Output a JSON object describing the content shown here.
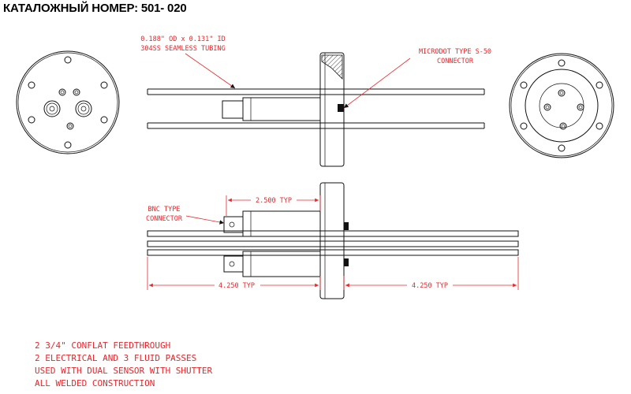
{
  "header": {
    "title": "КАТАЛОЖНЫЙ НОМЕР: 501- 020"
  },
  "callouts": {
    "tubing_line1": "0.188\" OD x 0.131\" ID",
    "tubing_line2": "304SS SEAMLESS TUBING",
    "microdot_line1": "MICRODOT TYPE S-50",
    "microdot_line2": "CONNECTOR",
    "bnc_line1": "BNC TYPE",
    "bnc_line2": "CONNECTOR"
  },
  "dimensions": {
    "connector_length": "2.500 TYP",
    "left_length": "4.250 TYP",
    "right_length": "4.250 TYP"
  },
  "notes": [
    "2 3/4\" CONFLAT FEEDTHROUGH",
    "2 ELECTRICAL AND 3 FLUID PASSES",
    "USED WITH DUAL SENSOR WITH SHUTTER",
    "ALL WELDED CONSTRUCTION"
  ],
  "colors": {
    "annotation": "#e8262b",
    "drawing": "#111111"
  }
}
